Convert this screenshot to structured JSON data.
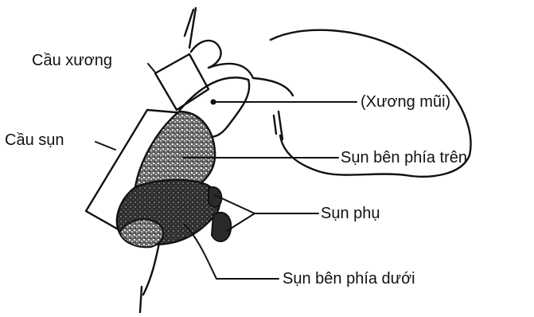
{
  "labels": {
    "cau_xuong": "Cầu xương",
    "cau_sun": "Cầu sụn",
    "xuong_mui": "(Xương mũi)",
    "sun_ben_tren": "Sụn bên phía trên",
    "sun_phu": "Sụn phụ",
    "sun_ben_duoi": "Sụn bên phía dưới"
  },
  "colors": {
    "ink": "#111111",
    "cartilage_dark": "#2a2a2a",
    "cartilage_mid": "#5a5a5a",
    "background": "#ffffff"
  }
}
